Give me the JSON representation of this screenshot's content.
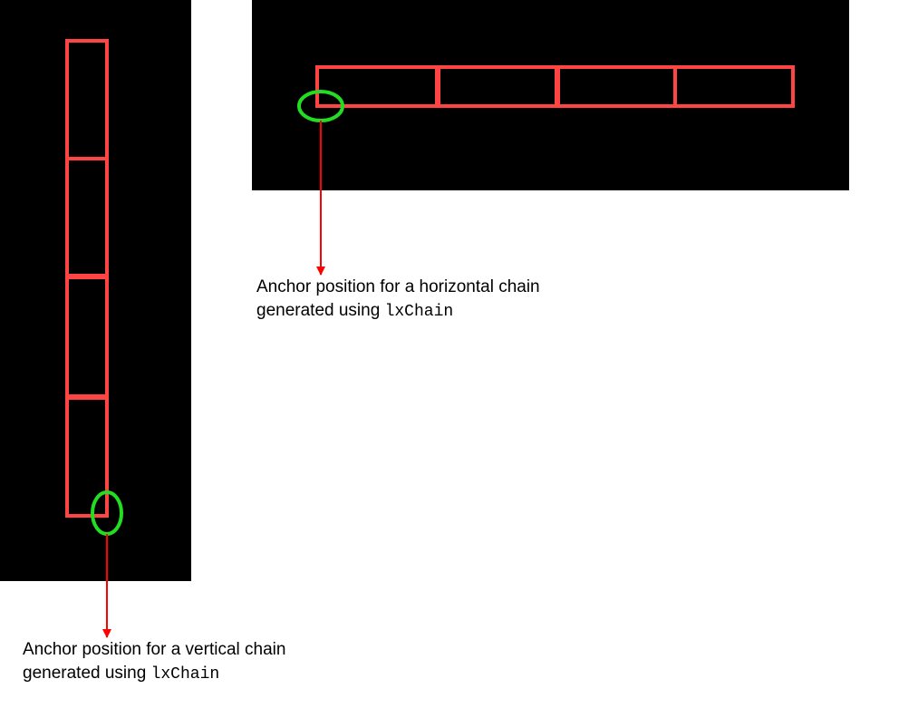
{
  "colors": {
    "panel": "#000000",
    "cell_outline": "#ff4444",
    "anchor_marker": "#22dd22",
    "arrow": "#ff0000",
    "background": "#ffffff"
  },
  "vertical_chain": {
    "cell_count": 4,
    "caption": {
      "line1": "Anchor position for a vertical chain",
      "line2_text": "generated using ",
      "line2_code": "lxChain"
    }
  },
  "horizontal_chain": {
    "cell_count": 4,
    "caption": {
      "line1": "Anchor position for a horizontal chain",
      "line2_text": "generated using ",
      "line2_code": "lxChain"
    }
  }
}
